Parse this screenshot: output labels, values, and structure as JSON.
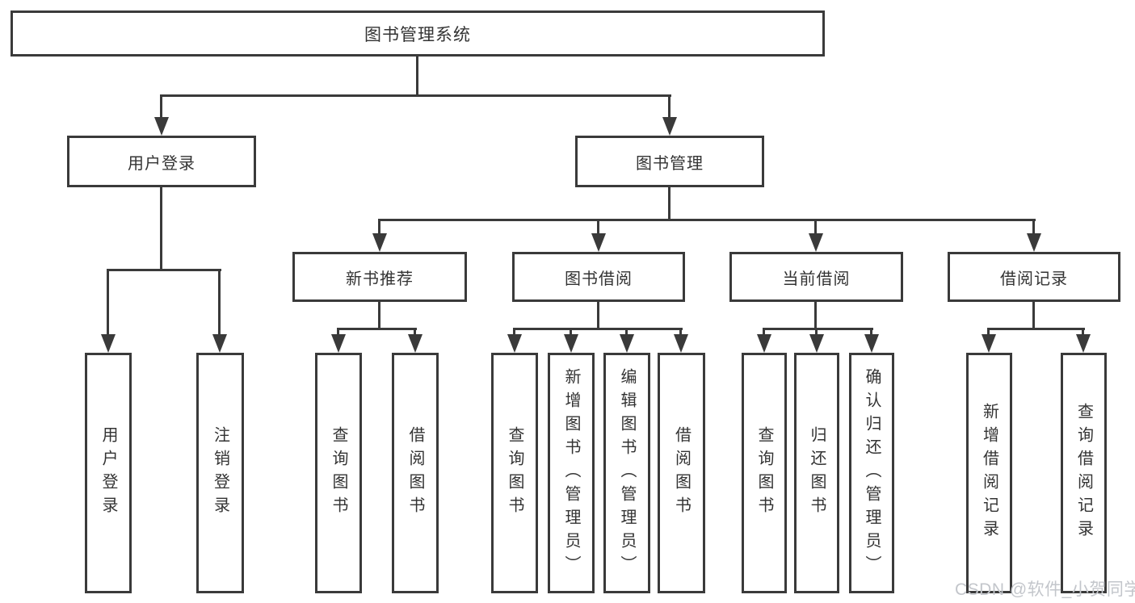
{
  "nodes": {
    "root": "图书管理系统",
    "user_login": {
      "label": "用户登录",
      "children": [
        "用户登录",
        "注销登录"
      ]
    },
    "book_mgmt": {
      "label": "图书管理",
      "groups": [
        {
          "label": "新书推荐",
          "children": [
            "查询图书",
            "借阅图书"
          ]
        },
        {
          "label": "图书借阅",
          "children": [
            "查询图书",
            "新增图书（管理员）",
            "编辑图书（管理员）",
            "借阅图书"
          ]
        },
        {
          "label": "当前借阅",
          "children": [
            "查询图书",
            "归还图书",
            "确认归还（管理员）"
          ]
        },
        {
          "label": "借阅记录",
          "children": [
            "新增借阅记录",
            "查询借阅记录"
          ]
        }
      ]
    }
  },
  "watermark": {
    "text": "CSDN @软件_小贺同学",
    "color": "#c3c6cb"
  },
  "colors": {
    "line": "#3a3a3a",
    "text": "#333333",
    "background": "#ffffff"
  }
}
